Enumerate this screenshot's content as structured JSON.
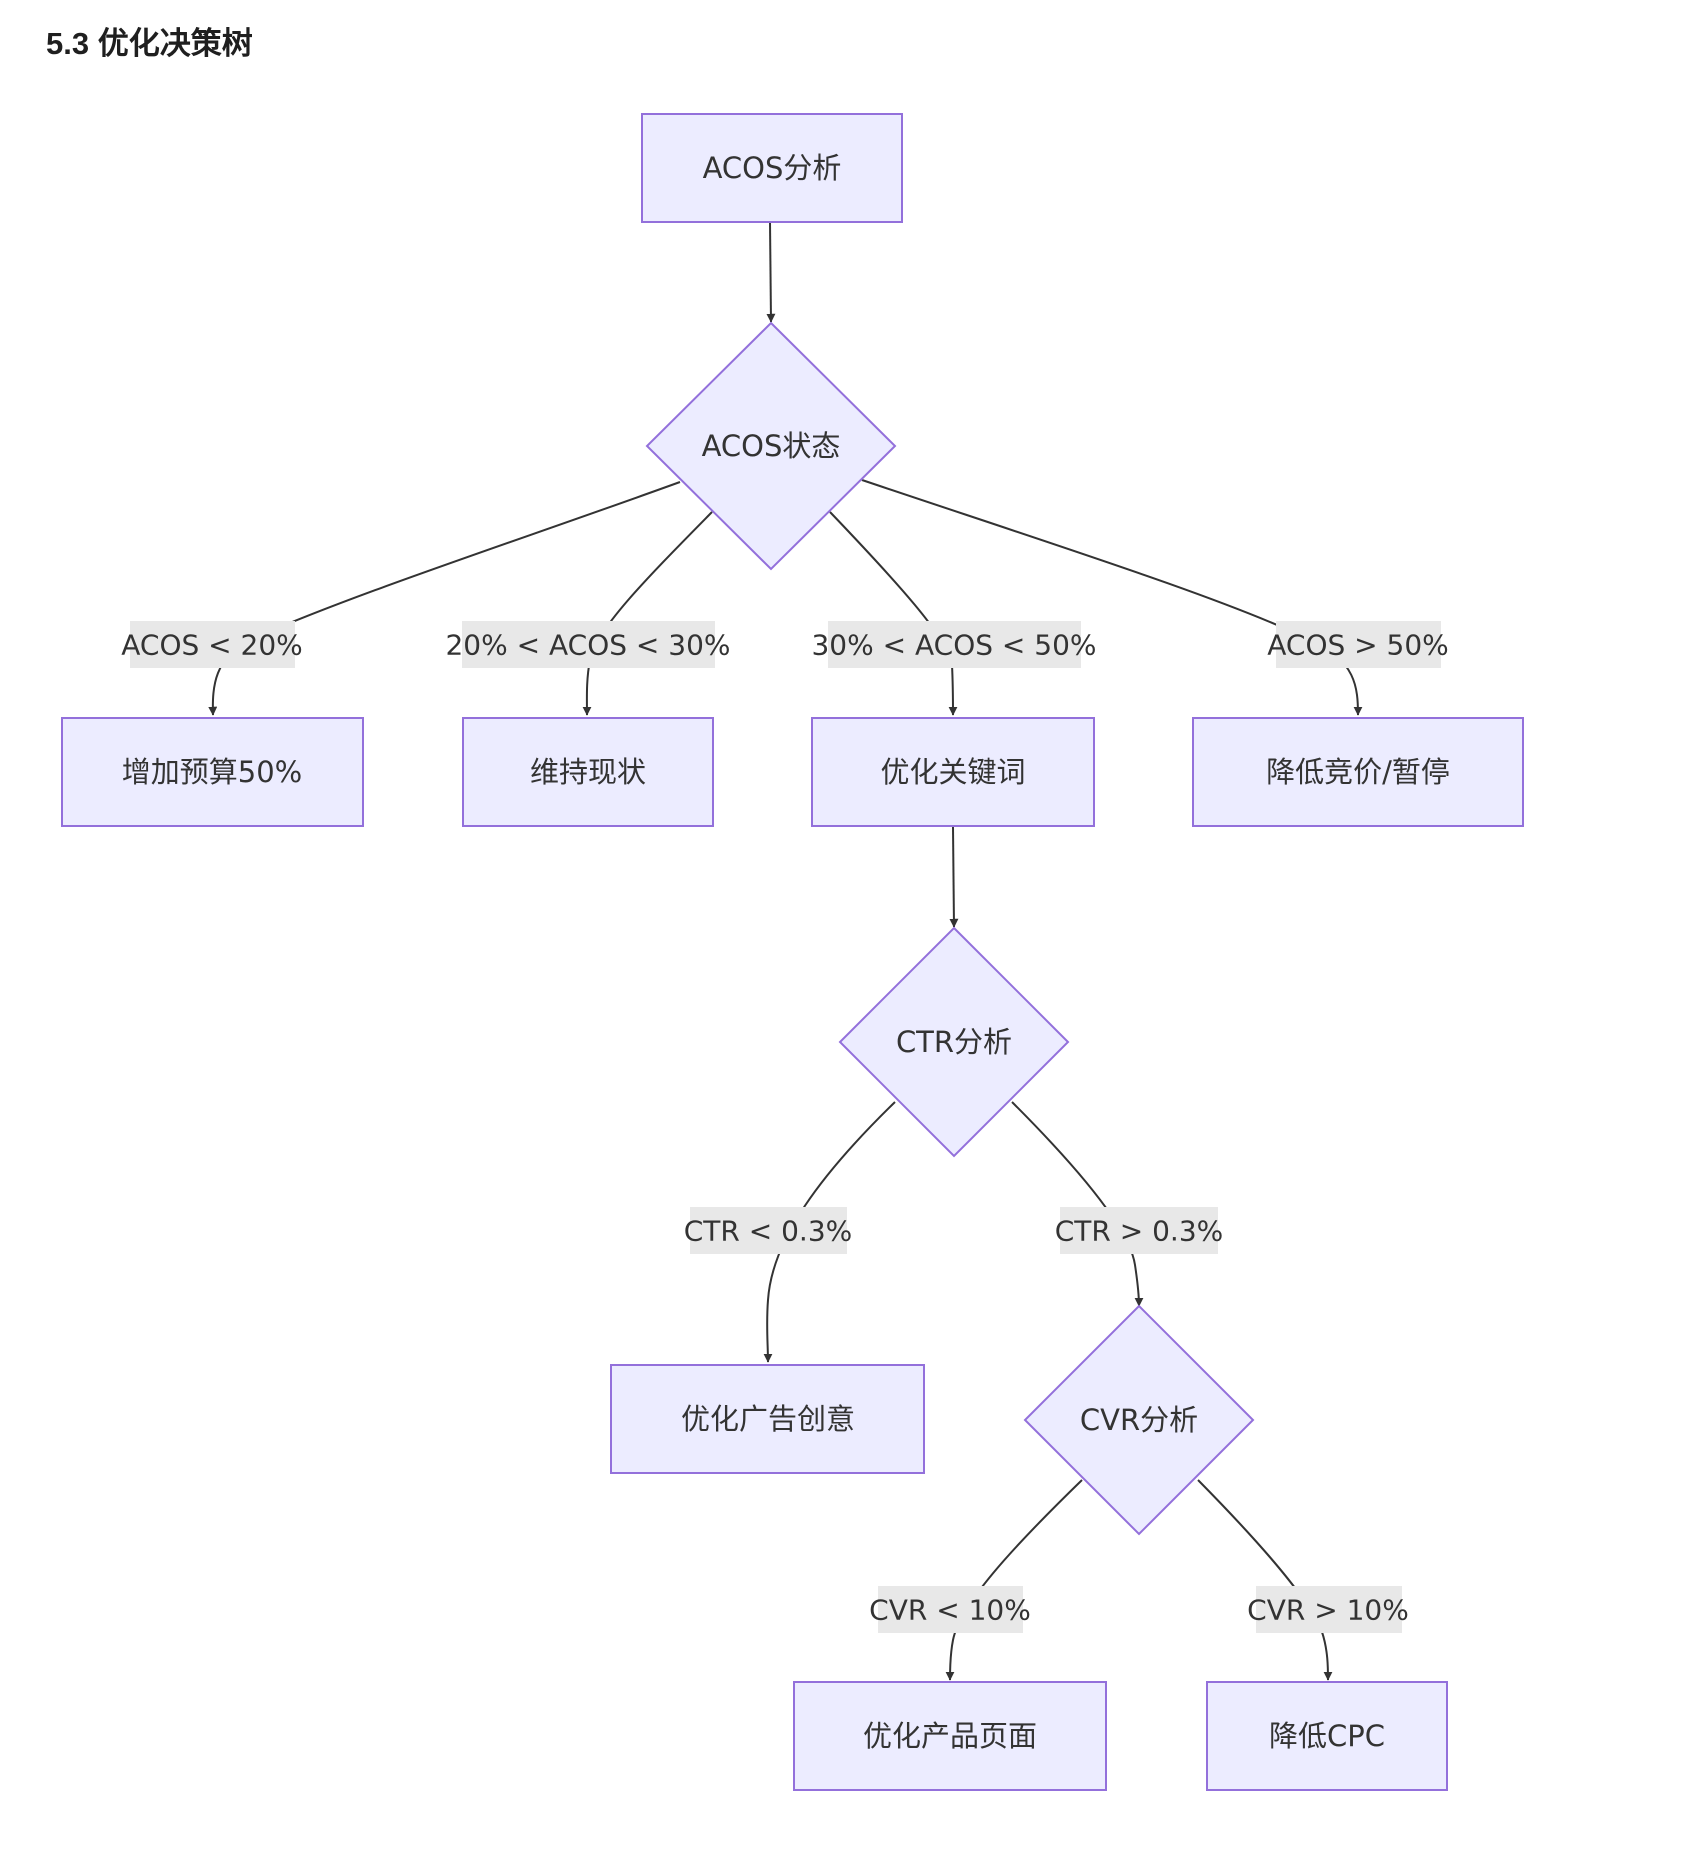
{
  "heading": "5.3 优化决策树",
  "colors": {
    "node_fill": "#ECECFF",
    "node_stroke": "#9370DB",
    "edge": "#333333",
    "label_bg": "#e8e8e8",
    "text": "#333333"
  },
  "nodes": {
    "acos_analysis": {
      "label": "ACOS分析",
      "shape": "rect"
    },
    "acos_status": {
      "label": "ACOS状态",
      "shape": "diamond"
    },
    "increase_budget": {
      "label": "增加预算50%",
      "shape": "rect"
    },
    "keep_status": {
      "label": "维持现状",
      "shape": "rect"
    },
    "optimize_keywords": {
      "label": "优化关键词",
      "shape": "rect"
    },
    "lower_bid_pause": {
      "label": "降低竞价/暂停",
      "shape": "rect"
    },
    "ctr_analysis": {
      "label": "CTR分析",
      "shape": "diamond"
    },
    "optimize_creative": {
      "label": "优化广告创意",
      "shape": "rect"
    },
    "cvr_analysis": {
      "label": "CVR分析",
      "shape": "diamond"
    },
    "optimize_product_page": {
      "label": "优化产品页面",
      "shape": "rect"
    },
    "lower_cpc": {
      "label": "降低CPC",
      "shape": "rect"
    }
  },
  "edges": {
    "e_analysis_status": {
      "from": "acos_analysis",
      "to": "acos_status",
      "label": ""
    },
    "e_lt20": {
      "from": "acos_status",
      "to": "increase_budget",
      "label": "ACOS < 20%"
    },
    "e_20_30": {
      "from": "acos_status",
      "to": "keep_status",
      "label": "20% < ACOS < 30%"
    },
    "e_30_50": {
      "from": "acos_status",
      "to": "optimize_keywords",
      "label": "30% < ACOS < 50%"
    },
    "e_gt50": {
      "from": "acos_status",
      "to": "lower_bid_pause",
      "label": "ACOS > 50%"
    },
    "e_keywords_ctr": {
      "from": "optimize_keywords",
      "to": "ctr_analysis",
      "label": ""
    },
    "e_ctr_low": {
      "from": "ctr_analysis",
      "to": "optimize_creative",
      "label": "CTR < 0.3%"
    },
    "e_ctr_high": {
      "from": "ctr_analysis",
      "to": "cvr_analysis",
      "label": "CTR > 0.3%"
    },
    "e_cvr_low": {
      "from": "cvr_analysis",
      "to": "optimize_product_page",
      "label": "CVR < 10%"
    },
    "e_cvr_high": {
      "from": "cvr_analysis",
      "to": "lower_cpc",
      "label": "CVR > 10%"
    }
  }
}
